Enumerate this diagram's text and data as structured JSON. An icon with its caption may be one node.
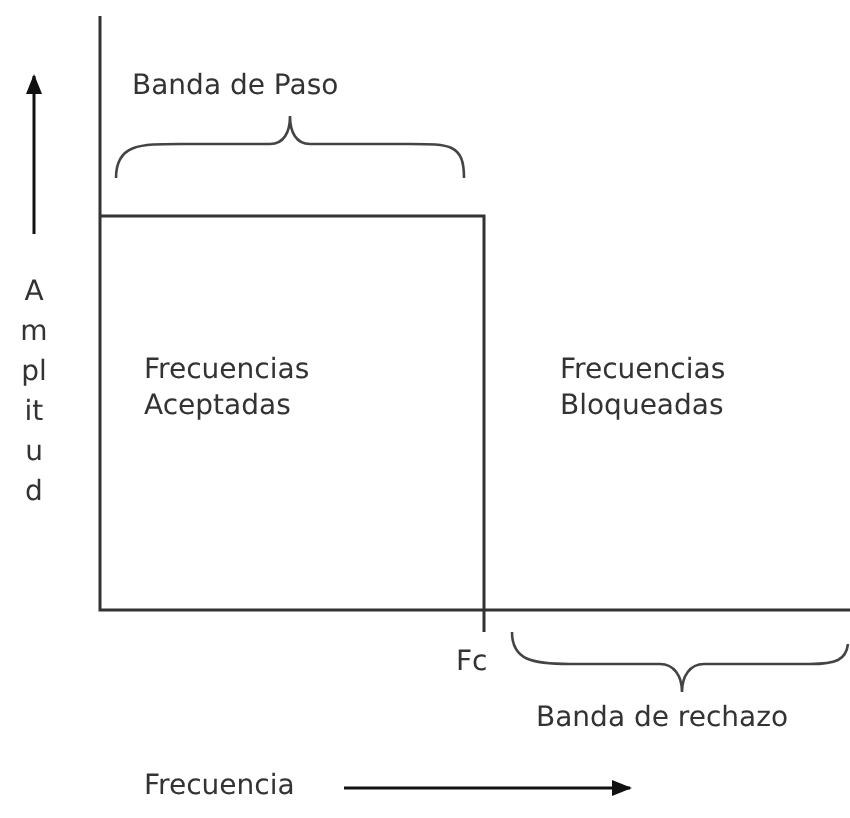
{
  "diagram": {
    "labels": [
      "Banda de Paso",
      "Amplitud",
      "Frecuencias Aceptadas",
      "Frecuencias Bloqueadas",
      "Fc",
      "Banda de rechazo",
      "Frecuencia"
    ]
  }
}
